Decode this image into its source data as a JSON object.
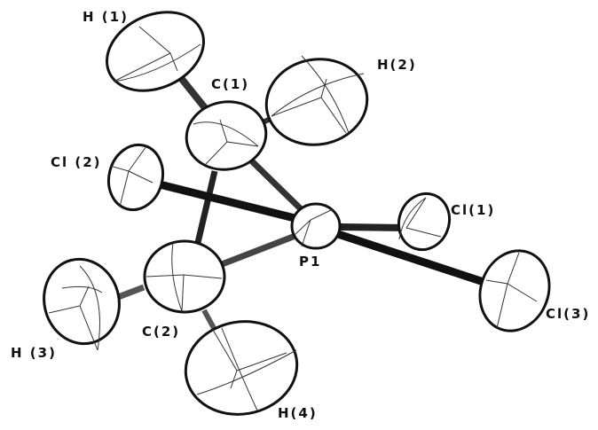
{
  "figure": {
    "type": "ORTEP thermal ellipsoid plot",
    "molecule_atoms": [
      "H(1)",
      "H(2)",
      "C(1)",
      "Cl(2)",
      "Cl(1)",
      "P1",
      "C(2)",
      "H(3)",
      "Cl(3)",
      "H(4)"
    ]
  },
  "atoms": {
    "h1": {
      "label": "H (1)"
    },
    "h2": {
      "label": "H(2)"
    },
    "c1": {
      "label": "C(1)"
    },
    "cl2": {
      "label": "Cl (2)"
    },
    "cl1": {
      "label": "Cl(1)"
    },
    "p1": {
      "label": "P1"
    },
    "c2": {
      "label": "C(2)"
    },
    "h3": {
      "label": "H (3)"
    },
    "cl3": {
      "label": "Cl(3)"
    },
    "h4": {
      "label": "H(4)"
    }
  },
  "bonds": [
    [
      "C(1)",
      "H(1)"
    ],
    [
      "C(1)",
      "H(2)"
    ],
    [
      "C(1)",
      "C(2)"
    ],
    [
      "C(1)",
      "P1"
    ],
    [
      "C(2)",
      "H(3)"
    ],
    [
      "C(2)",
      "H(4)"
    ],
    [
      "C(2)",
      "P1"
    ],
    [
      "P1",
      "Cl(1)"
    ],
    [
      "P1",
      "Cl(2)"
    ],
    [
      "P1",
      "Cl(3)"
    ]
  ],
  "colors": {
    "ink": "#111111",
    "background": "#ffffff"
  }
}
